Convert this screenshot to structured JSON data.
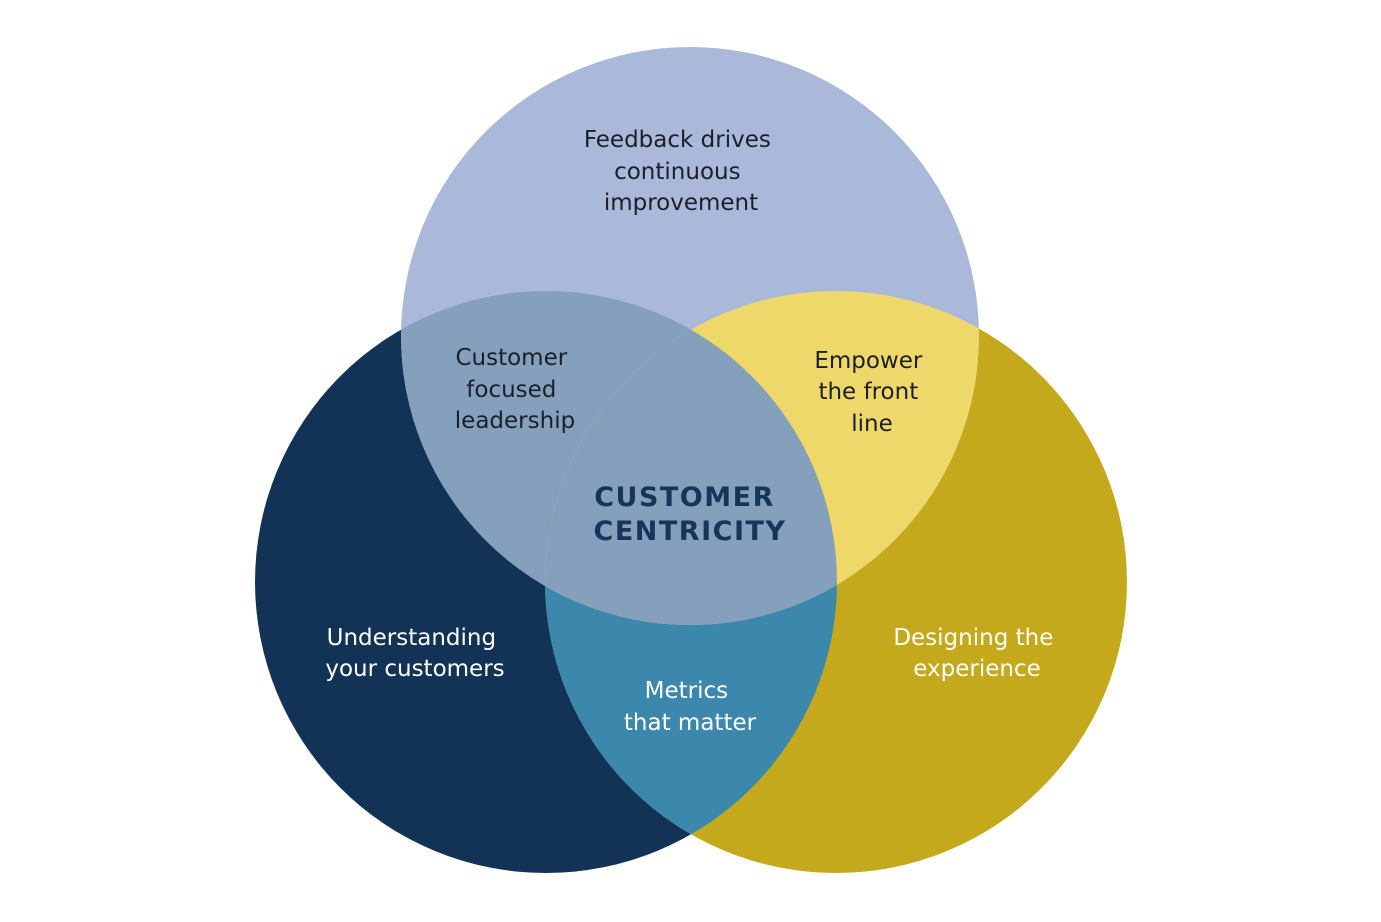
{
  "regions": {
    "top": {
      "lines": [
        "Feedback drives",
        "continuous",
        "improvement"
      ]
    },
    "left": {
      "lines": [
        "Understanding",
        "your customers"
      ]
    },
    "right": {
      "lines": [
        "Designing the",
        "experience"
      ]
    },
    "top_left": {
      "lines": [
        "Customer",
        "focused",
        "leadership"
      ]
    },
    "top_right": {
      "lines": [
        "Empower",
        "the front",
        "line"
      ]
    },
    "bottom": {
      "lines": [
        "Metrics",
        "that matter"
      ]
    },
    "center": {
      "lines": [
        "CUSTOMER",
        "CENTRICITY"
      ]
    }
  },
  "colors": {
    "top": "#aab8da",
    "left": "#133356",
    "right": "#c4a91c",
    "top_left": "#84a0bd",
    "top_right": "#efd86a",
    "left_right": "#3c88ad",
    "center": "#84a0bd",
    "center_text": "#16355a"
  }
}
